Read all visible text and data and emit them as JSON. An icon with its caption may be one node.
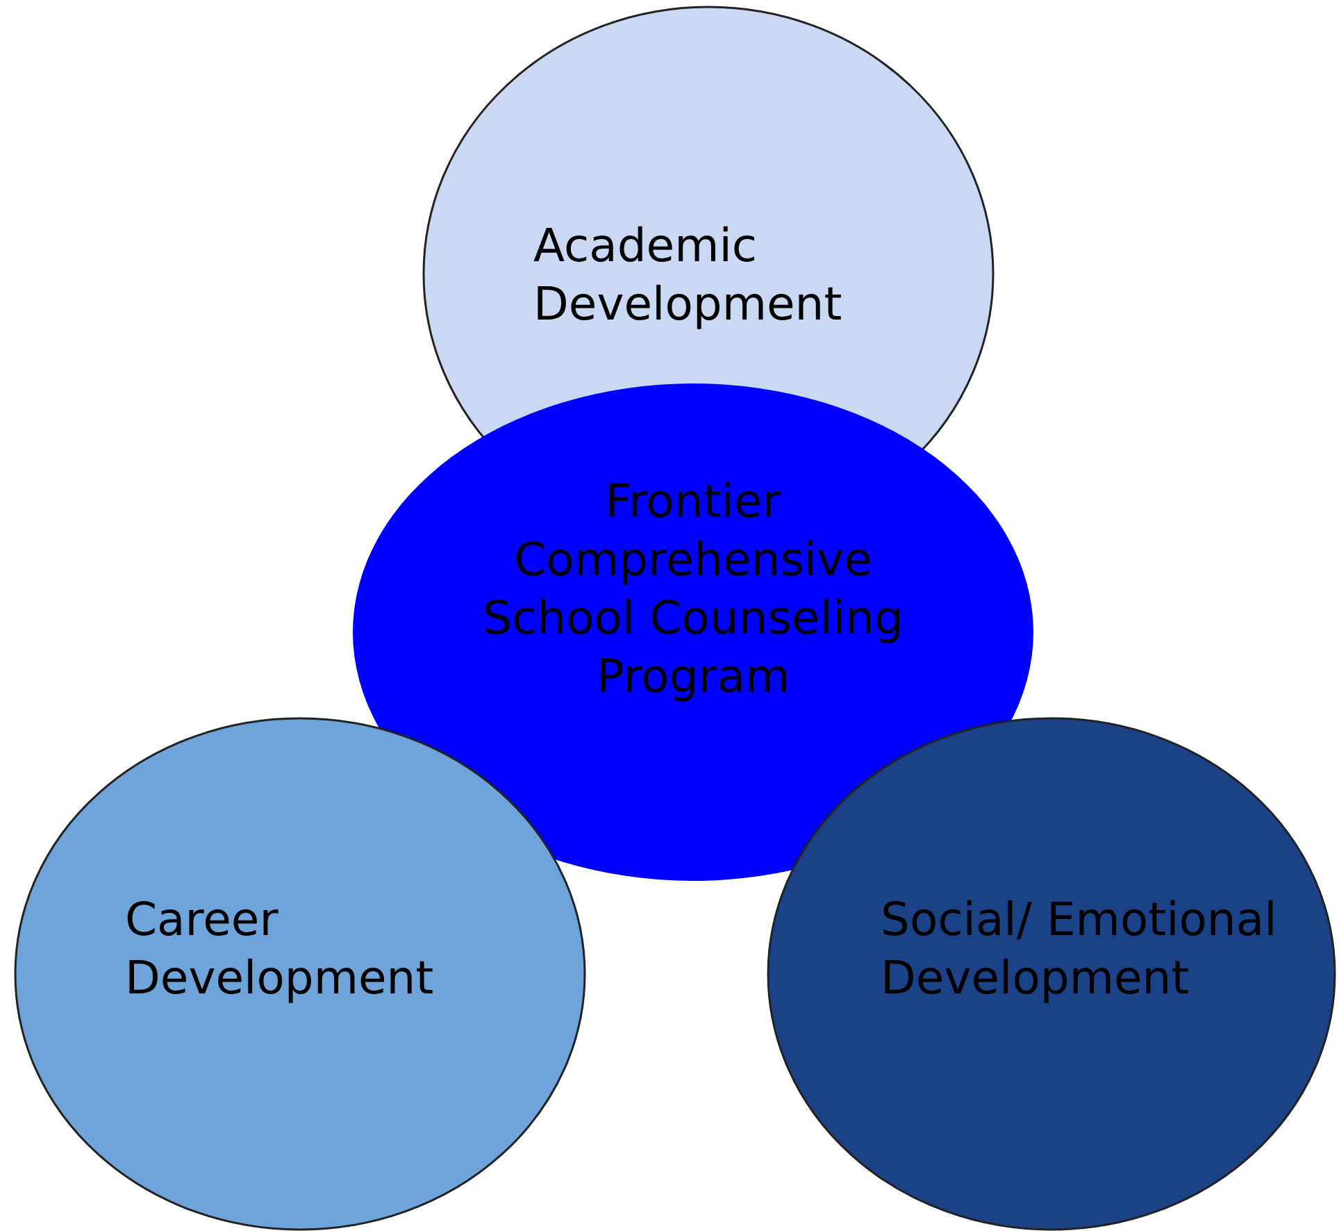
{
  "diagram": {
    "nodes": [
      {
        "text": [
          "Academic Development"
        ]
      },
      {
        "text": [
          "Frontier Comprehensive School Counseling Program"
        ]
      },
      {
        "text": [
          "Career Development"
        ]
      },
      {
        "text": [
          "Social/ Emotional Development"
        ]
      }
    ]
  }
}
